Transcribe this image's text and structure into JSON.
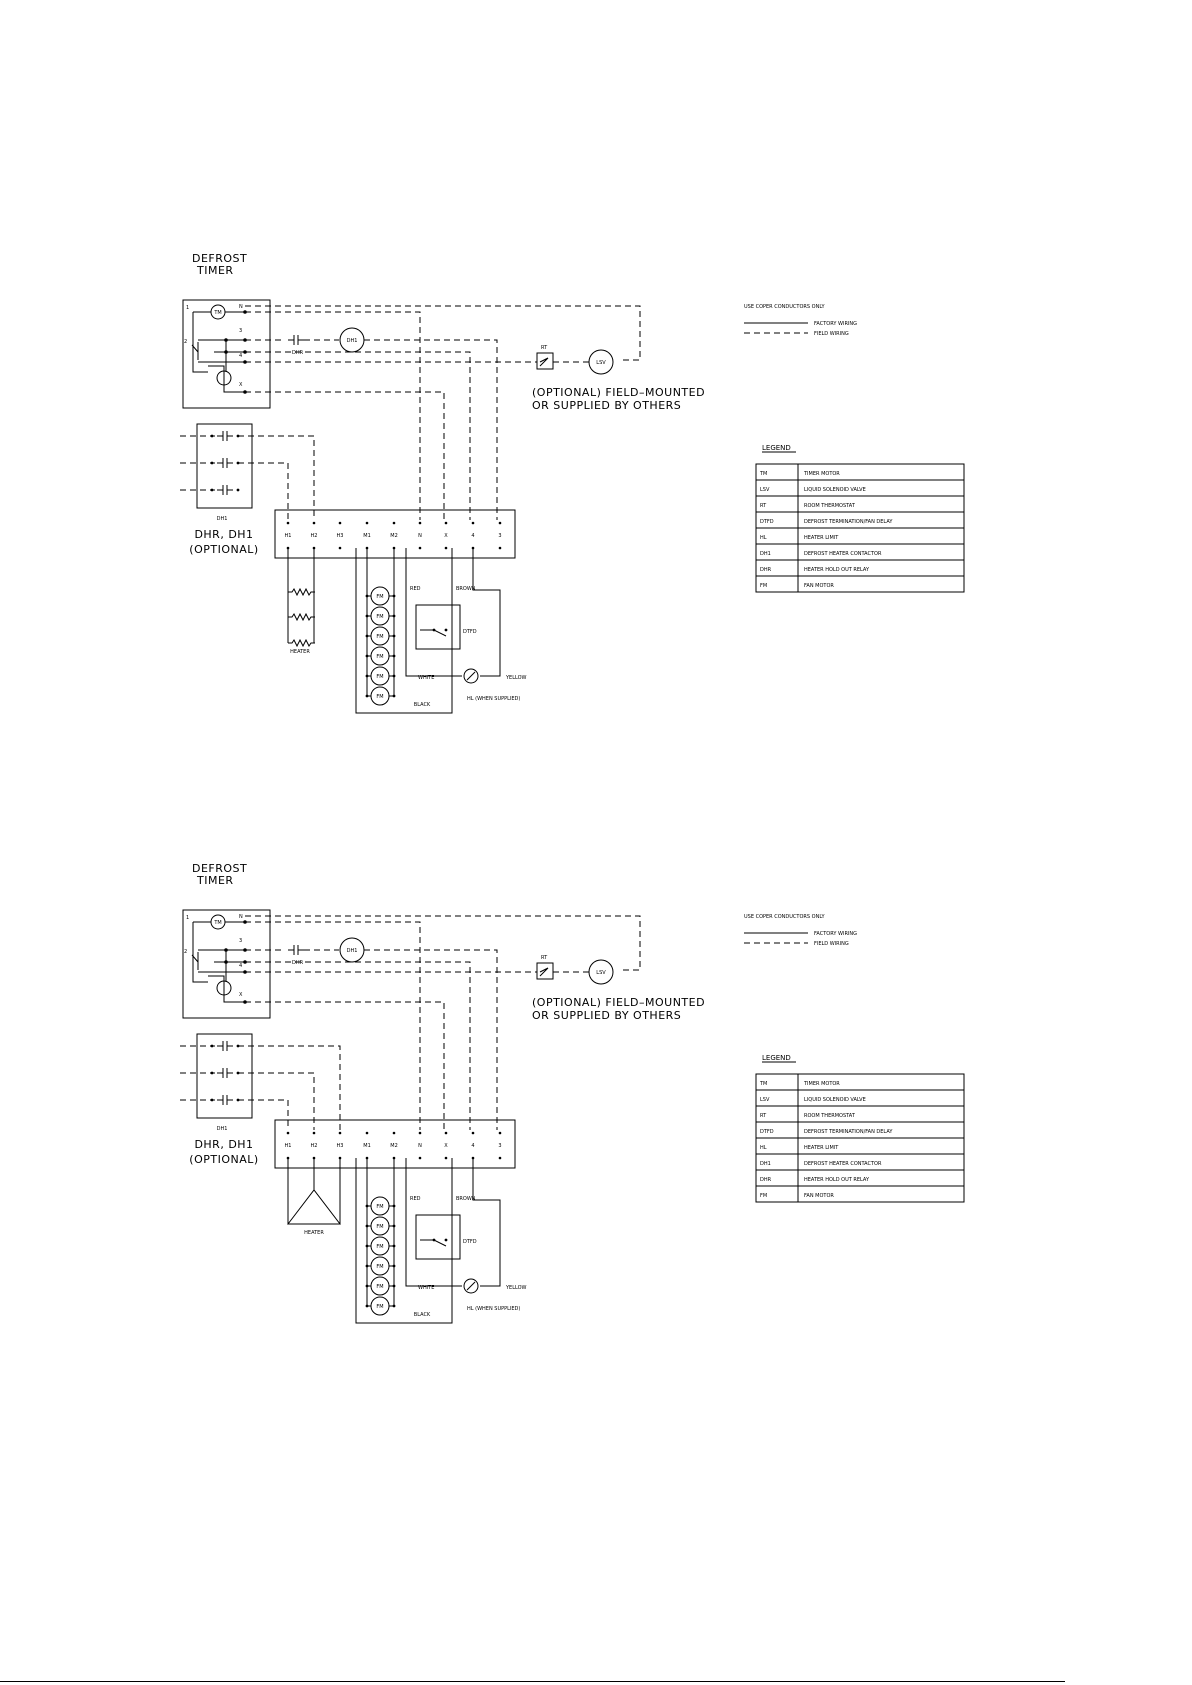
{
  "diagrams": [
    {
      "timer_title": [
        "DEFROST",
        "TIMER"
      ],
      "timer_pins": [
        "1",
        "N",
        "2",
        "3",
        "4",
        "X"
      ],
      "timer_motor": "TM",
      "dhr_label": "DHR",
      "dh1_label": "DH1",
      "rt_label": "RT",
      "lsv_label": "LSV",
      "optional_note": [
        "(OPTIONAL) FIELD–MOUNTED",
        "OR SUPPLIED BY OTHERS"
      ],
      "contactor_label": "DH1",
      "contactor_note": [
        "DHR, DH1",
        "(OPTIONAL)"
      ],
      "terminals": [
        "H1",
        "H2",
        "H3",
        "M1",
        "M2",
        "N",
        "X",
        "4",
        "3"
      ],
      "fan_label": "FM",
      "fan_count": 6,
      "heater_label": "HEATER",
      "heater_type": "parallel",
      "wire_colors": {
        "red": "RED",
        "brown": "BROWN",
        "white": "WHITE",
        "yellow": "YELLOW",
        "black": "BLACK"
      },
      "dtfd_label": "DTFD",
      "hl_label": "HL (WHEN SUPPLIED)",
      "notes": {
        "conductors": "USE COPER CONDUCTORS ONLY",
        "factory": "FACTORY WIRING",
        "field": "FIELD WIRING"
      },
      "legend_title": "LEGEND",
      "legend": [
        {
          "code": "TM",
          "desc": "TIMER MOTOR"
        },
        {
          "code": "LSV",
          "desc": "LIQUID SOLENOID VALVE"
        },
        {
          "code": "RT",
          "desc": "ROOM THERMOSTAT"
        },
        {
          "code": "DTFD",
          "desc": "DEFROST TERMINATION/FAN DELAY"
        },
        {
          "code": "HL",
          "desc": "HEATER LIMIT"
        },
        {
          "code": "DH1",
          "desc": "DEFROST HEATER CONTACTOR"
        },
        {
          "code": "DHR",
          "desc": "HEATER HOLD OUT RELAY"
        },
        {
          "code": "FM",
          "desc": "FAN MOTOR"
        }
      ]
    },
    {
      "timer_title": [
        "DEFROST",
        "TIMER"
      ],
      "timer_pins": [
        "1",
        "N",
        "2",
        "3",
        "4",
        "X"
      ],
      "timer_motor": "TM",
      "dhr_label": "DHR",
      "dh1_label": "DH1",
      "rt_label": "RT",
      "lsv_label": "LSV",
      "optional_note": [
        "(OPTIONAL) FIELD–MOUNTED",
        "OR SUPPLIED BY OTHERS"
      ],
      "contactor_label": "DH1",
      "contactor_note": [
        "DHR, DH1",
        "(OPTIONAL)"
      ],
      "terminals": [
        "H1",
        "H2",
        "H3",
        "M1",
        "M2",
        "N",
        "X",
        "4",
        "3"
      ],
      "fan_label": "FM",
      "fan_count": 6,
      "heater_label": "HEATER",
      "heater_type": "delta",
      "wire_colors": {
        "red": "RED",
        "brown": "BROWN",
        "white": "WHITE",
        "yellow": "YELLOW",
        "black": "BLACK"
      },
      "dtfd_label": "DTFD",
      "hl_label": "HL (WHEN SUPPLIED)",
      "notes": {
        "conductors": "USE COPER CONDUCTORS ONLY",
        "factory": "FACTORY WIRING",
        "field": "FIELD WIRING"
      },
      "legend_title": "LEGEND",
      "legend": [
        {
          "code": "TM",
          "desc": "TIMER MOTOR"
        },
        {
          "code": "LSV",
          "desc": "LIQUID SOLENOID VALVE"
        },
        {
          "code": "RT",
          "desc": "ROOM THERMOSTAT"
        },
        {
          "code": "DTFD",
          "desc": "DEFROST TERMINATION/FAN DELAY"
        },
        {
          "code": "HL",
          "desc": "HEATER LIMIT"
        },
        {
          "code": "DH1",
          "desc": "DEFROST HEATER CONTACTOR"
        },
        {
          "code": "DHR",
          "desc": "HEATER HOLD OUT RELAY"
        },
        {
          "code": "FM",
          "desc": "FAN MOTOR"
        }
      ]
    }
  ]
}
